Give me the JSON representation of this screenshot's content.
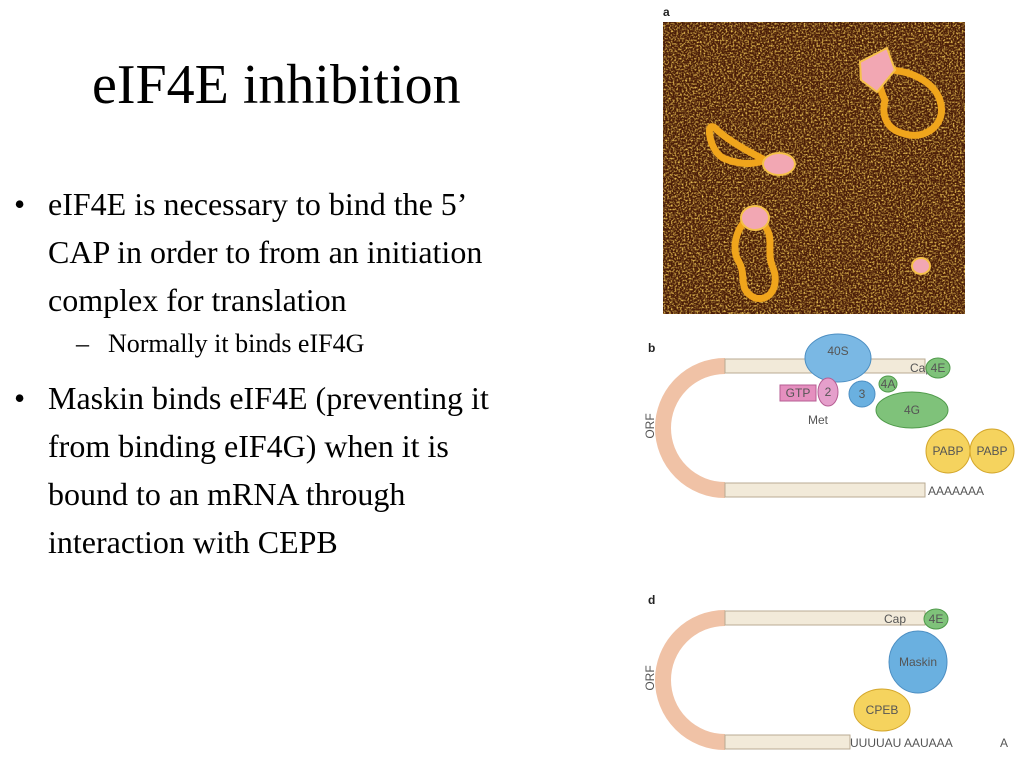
{
  "slide": {
    "title": "eIF4E inhibition",
    "bullets": [
      {
        "text": "eIF4E is necessary to bind the 5’ CAP in order to from an initiation complex for translation",
        "sub": [
          "Normally it binds eIF4G"
        ]
      },
      {
        "text": "Maskin binds eIF4E (preventing it from binding eIF4G) when it is bound to an mRNA through interaction with CEPB",
        "sub": []
      }
    ]
  },
  "figure": {
    "panel_a": {
      "letter": "a"
    },
    "panel_b": {
      "letter": "b",
      "orf": "ORF",
      "s40": "40S",
      "cap": "Cap",
      "e4": "4E",
      "a4": "4A",
      "g4": "4G",
      "gtp": "GTP",
      "two": "2",
      "three": "3",
      "met": "Met",
      "pabp": "PABP",
      "polya": "AAAAAAA"
    },
    "panel_d": {
      "letter": "d",
      "orf": "ORF",
      "cap": "Cap",
      "e4": "4E",
      "maskin": "Maskin",
      "cpeb": "CPEB",
      "tail": "UUUUAU AAUAAA",
      "tail_end": "A"
    }
  }
}
